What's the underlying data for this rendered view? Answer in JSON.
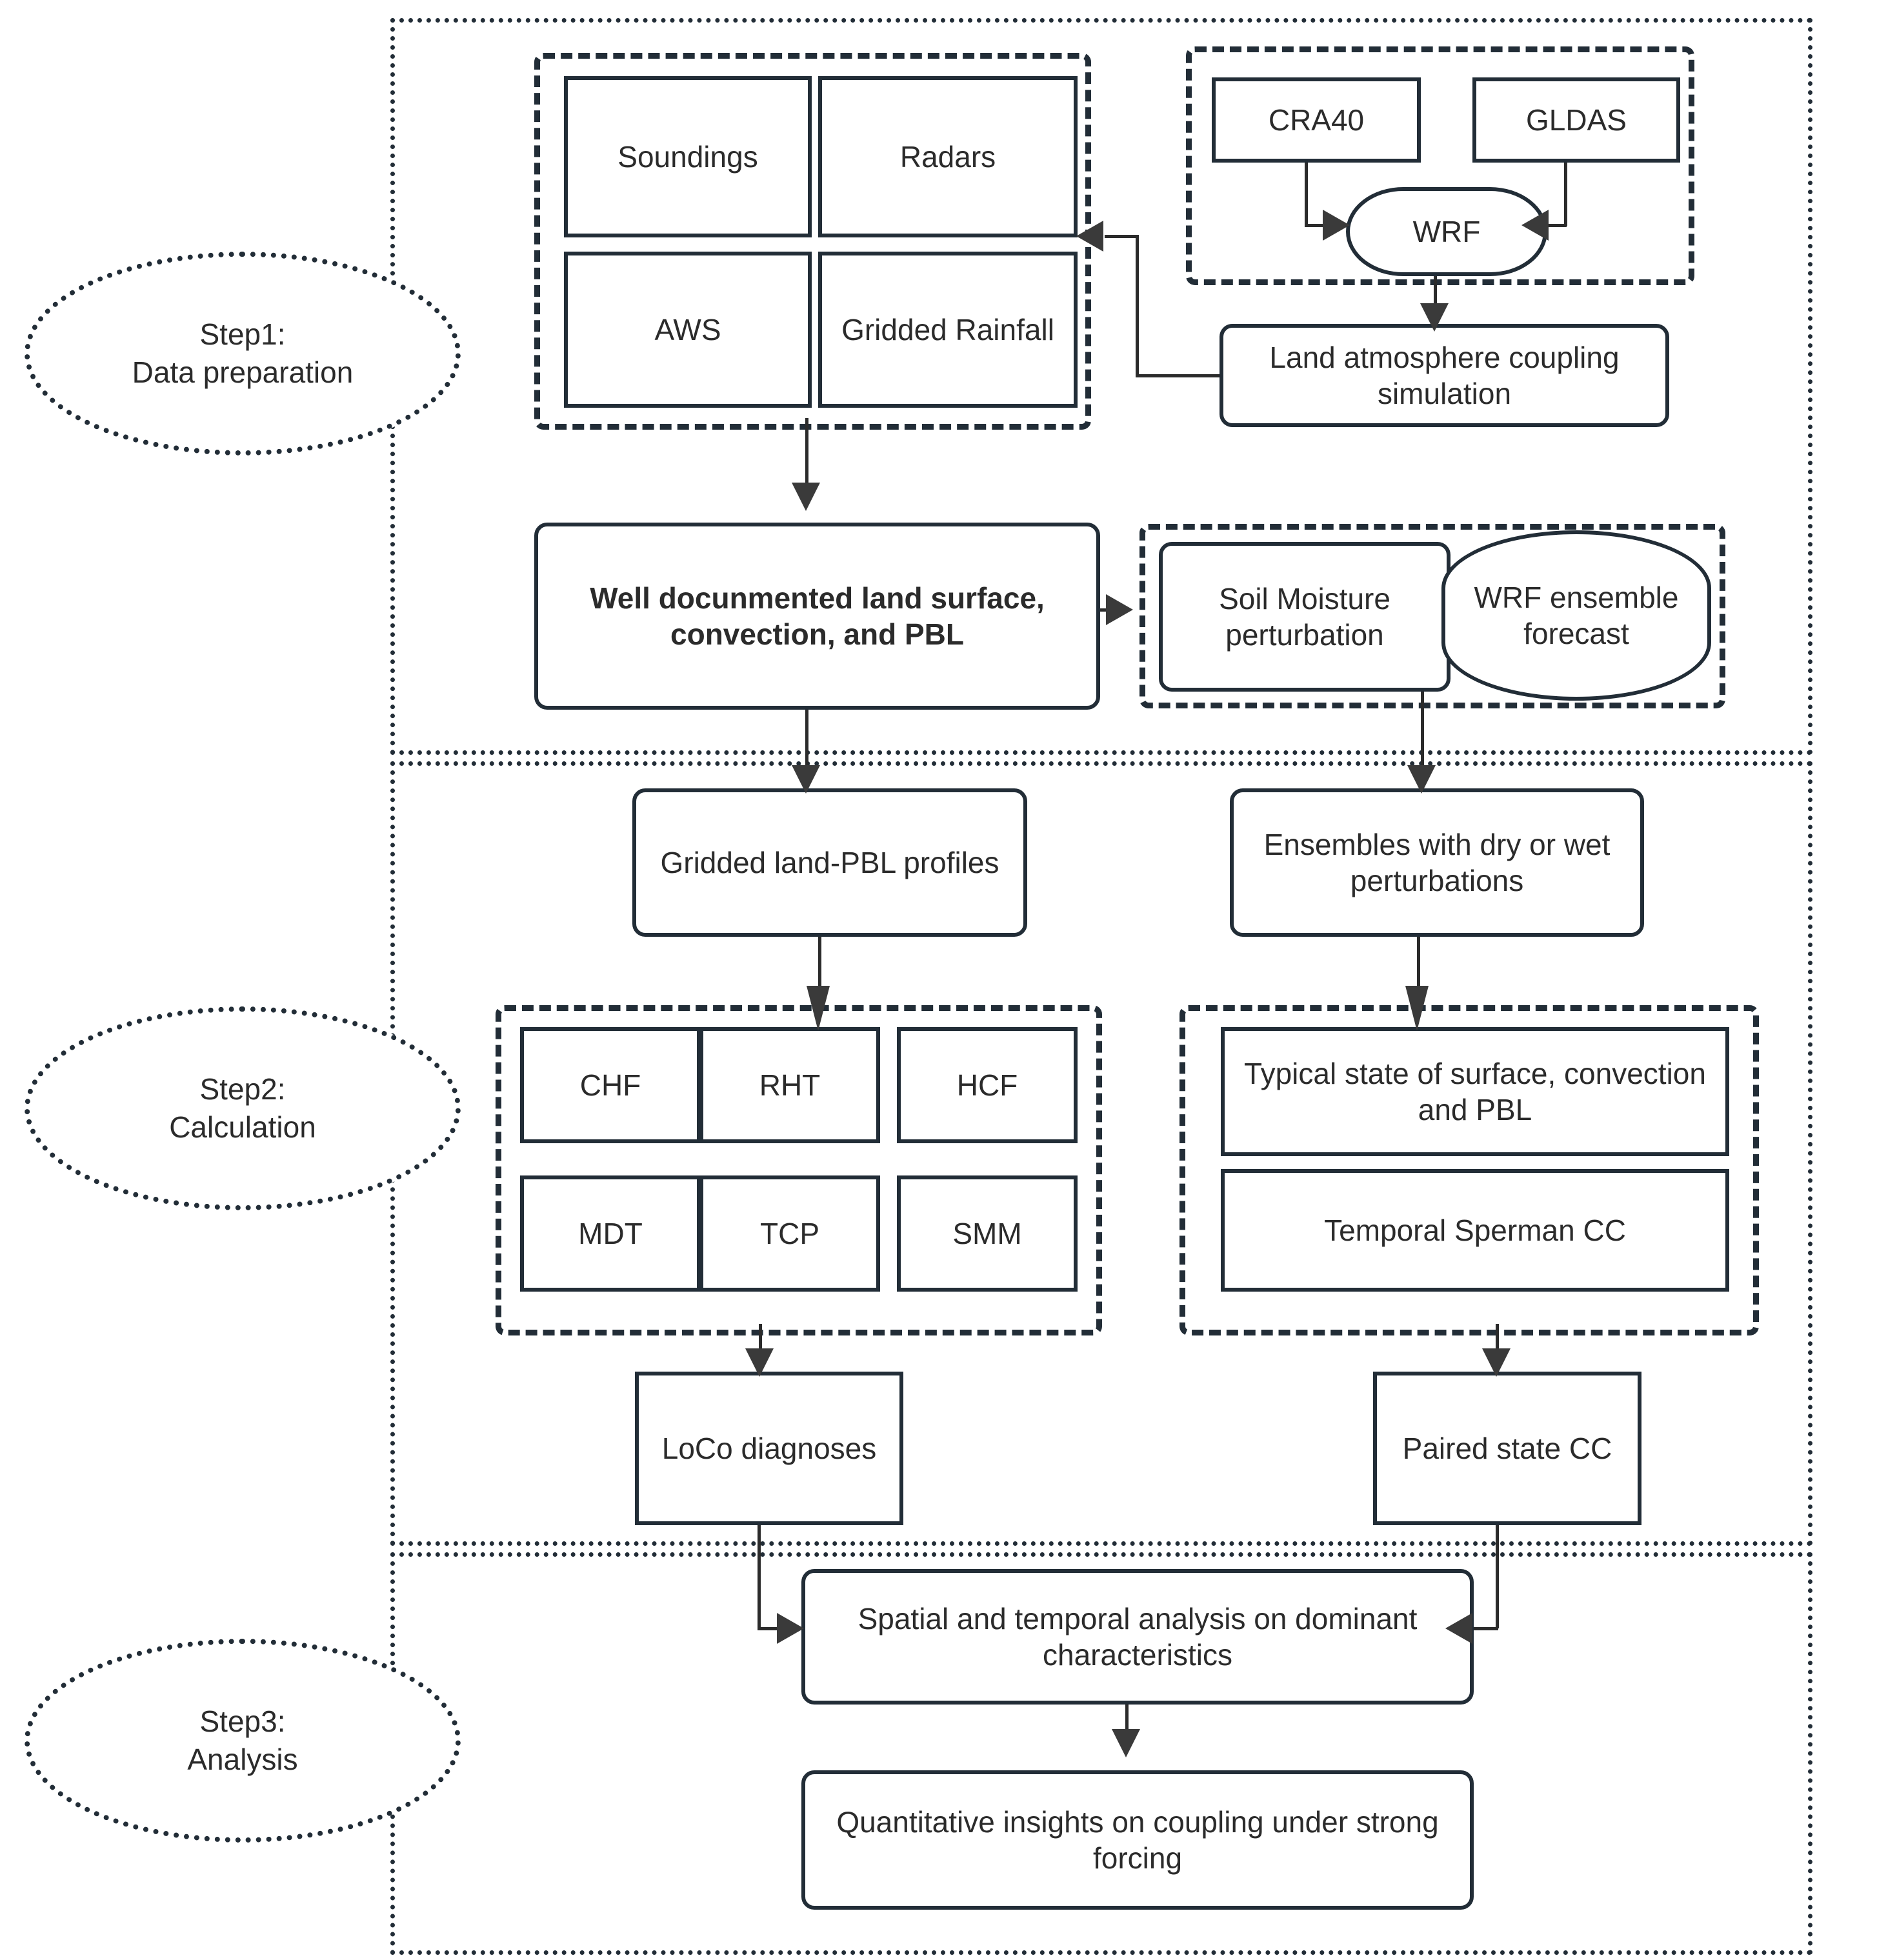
{
  "diagram": {
    "title_present": false,
    "accent_color": "#222d37",
    "text_color": "#2b2b2b"
  },
  "steps": [
    {
      "id": "step1",
      "line1": "Step1:",
      "line2": "Data preparation"
    },
    {
      "id": "step2",
      "line1": "Step2:",
      "line2": "Calculation"
    },
    {
      "id": "step3",
      "line1": "Step3:",
      "line2": "Analysis"
    }
  ],
  "step1": {
    "observations_group": {
      "items": [
        {
          "label": "Soundings",
          "shape": "square"
        },
        {
          "label": "Radars",
          "shape": "square"
        },
        {
          "label": "AWS",
          "shape": "square"
        },
        {
          "label": "Gridded Rainfall",
          "shape": "square"
        }
      ]
    },
    "model_group": {
      "items": [
        {
          "label": "CRA40",
          "shape": "square"
        },
        {
          "label": "GLDAS",
          "shape": "square"
        },
        {
          "label": "WRF",
          "shape": "stadium"
        }
      ]
    },
    "coupling_simulation": "Land atmosphere coupling simulation",
    "well_documented": "Well docunmented land surface, convection, and PBL",
    "perturbation_group": {
      "items": [
        {
          "label": "Soil Moisture perturbation",
          "shape": "round"
        },
        {
          "label": "WRF ensemble forecast",
          "shape": "oval"
        }
      ]
    }
  },
  "step2": {
    "left_input": "Gridded land-PBL profiles",
    "right_input": "Ensembles with dry or wet perturbations",
    "metrics_group": {
      "items": [
        "CHF",
        "RHT",
        "HCF",
        "MDT",
        "TCP",
        "SMM"
      ]
    },
    "state_group": {
      "items": [
        "Typical state of  surface, convection and PBL",
        "Temporal Sperman CC"
      ]
    },
    "left_output": "LoCo diagnoses",
    "right_output": "Paired state CC"
  },
  "step3": {
    "analysis": "Spatial and temporal  analysis on dominant characteristics",
    "conclusion": "Quantitative insights on coupling under strong forcing"
  }
}
